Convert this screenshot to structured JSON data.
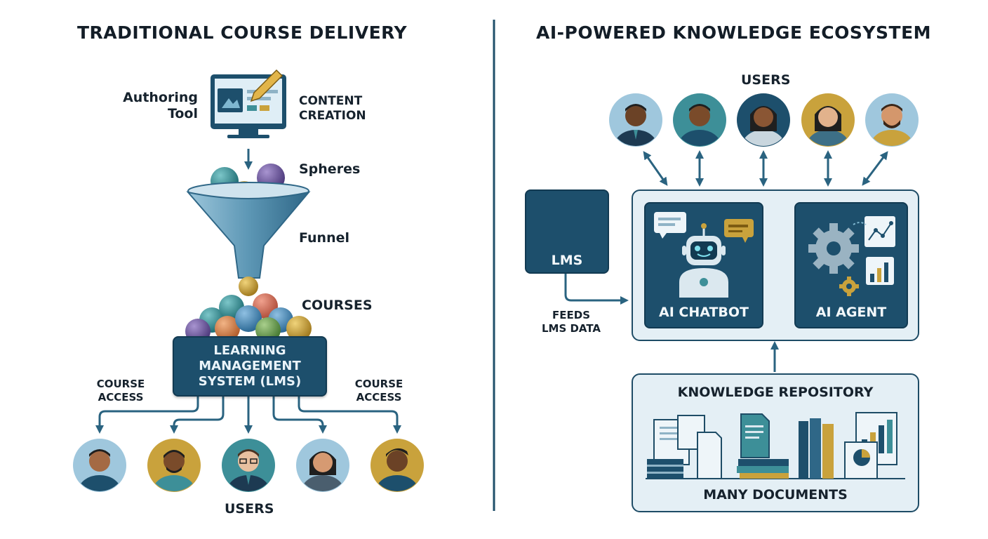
{
  "left": {
    "title": "TRADITIONAL COURSE DELIVERY",
    "authoring_tool": "Authoring\nTool",
    "content_creation": "CONTENT\nCREATION",
    "spheres": "Spheres",
    "funnel": "Funnel",
    "courses": "COURSES",
    "lms": "LEARNING\nMANAGEMENT\nSYSTEM (LMS)",
    "course_access_left": "COURSE\nACCESS",
    "course_access_right": "COURSE\nACCESS",
    "users": "USERS"
  },
  "right": {
    "title": "AI-POWERED KNOWLEDGE ECOSYSTEM",
    "users": "USERS",
    "lms": "LMS",
    "feeds": "FEEDS\nLMS DATA",
    "chatbot": "AI CHATBOT",
    "agent": "AI AGENT",
    "repository": "KNOWLEDGE REPOSITORY",
    "documents": "MANY DOCUMENTS"
  },
  "colors": {
    "navy": "#1d4f6c",
    "teal": "#3d8f98",
    "gold": "#c9a23c",
    "purple": "#6d5a9e",
    "orange": "#d9844f",
    "green": "#6a9a52",
    "light_panel": "#e4eff5",
    "arrow": "#2a6380"
  },
  "icons": [
    "monitor-pencil-icon",
    "sphere-icon",
    "funnel-icon",
    "user-avatar-icon",
    "robot-icon",
    "chat-bubble-icon",
    "gear-icon",
    "chart-icon",
    "document-icon",
    "book-icon",
    "arrow-icon"
  ]
}
